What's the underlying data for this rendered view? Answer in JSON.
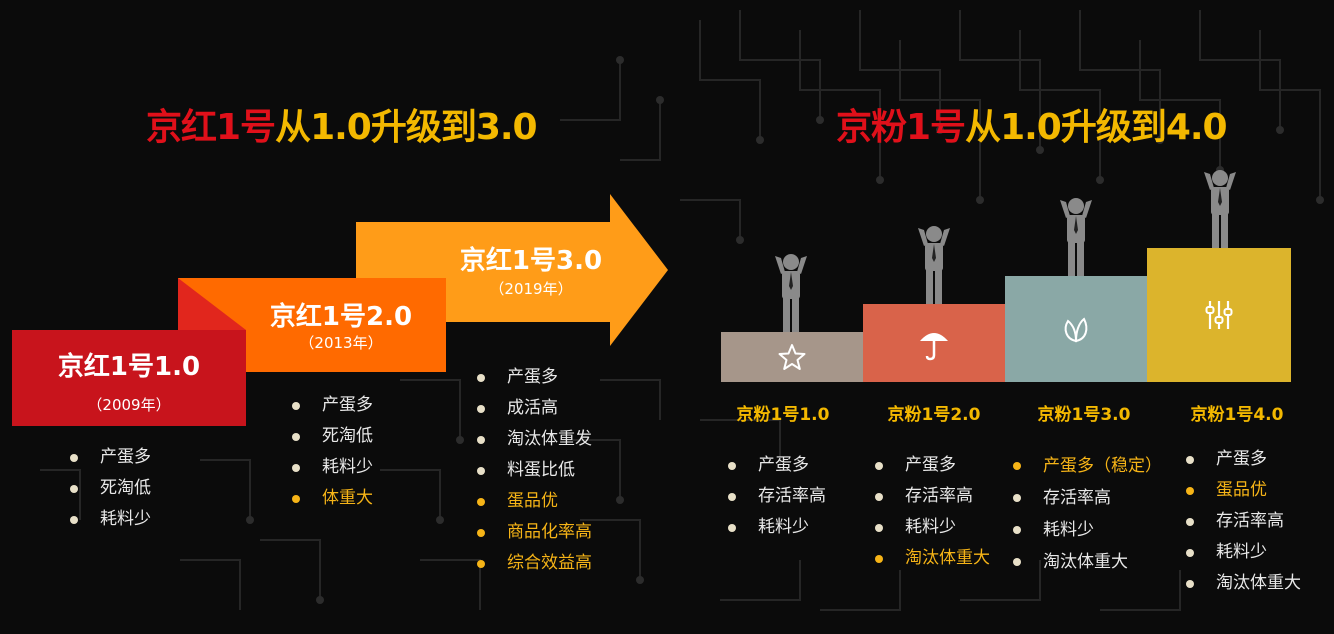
{
  "colors": {
    "red": "#e0101a",
    "yellow": "#f3b800",
    "highlight": "#f6b417",
    "step1": "#c8141c",
    "step2": "#ff6a00",
    "step3": "#ff9c18",
    "podium1": "#a6968a",
    "podium2": "#d9634a",
    "podium3": "#8aa8a6",
    "podium4": "#dcb42c"
  },
  "left": {
    "title_red": "京红1号",
    "title_rest": "从1.0升级到3.0",
    "stages": [
      {
        "label": "京红1号1.0",
        "year": "（2009年）",
        "bullets": [
          {
            "text": "产蛋多",
            "highlight": false
          },
          {
            "text": "死淘低",
            "highlight": false
          },
          {
            "text": "耗料少",
            "highlight": false
          }
        ]
      },
      {
        "label": "京红1号2.0",
        "year": "（2013年）",
        "bullets": [
          {
            "text": "产蛋多",
            "highlight": false
          },
          {
            "text": "死淘低",
            "highlight": false
          },
          {
            "text": "耗料少",
            "highlight": false
          },
          {
            "text": "体重大",
            "highlight": true
          }
        ]
      },
      {
        "label": "京红1号3.0",
        "year": "（2019年）",
        "bullets": [
          {
            "text": "产蛋多",
            "highlight": false
          },
          {
            "text": "成活高",
            "highlight": false
          },
          {
            "text": "淘汰体重发",
            "highlight": false
          },
          {
            "text": "料蛋比低",
            "highlight": false
          },
          {
            "text": "蛋品优",
            "highlight": true
          },
          {
            "text": "商品化率高",
            "highlight": true
          },
          {
            "text": "综合效益高",
            "highlight": true
          }
        ]
      }
    ]
  },
  "right": {
    "title_red": "京粉1号",
    "title_rest": "从1.0升级到4.0",
    "stages": [
      {
        "label": "京粉1号1.0",
        "icon": "star-icon",
        "bullets": [
          {
            "text": "产蛋多",
            "highlight": false
          },
          {
            "text": "存活率高",
            "highlight": false
          },
          {
            "text": "耗料少",
            "highlight": false
          }
        ]
      },
      {
        "label": "京粉1号2.0",
        "icon": "umbrella-icon",
        "bullets": [
          {
            "text": "产蛋多",
            "highlight": false
          },
          {
            "text": "存活率高",
            "highlight": false
          },
          {
            "text": "耗料少",
            "highlight": false
          },
          {
            "text": "淘汰体重大",
            "highlight": true
          }
        ]
      },
      {
        "label": "京粉1号3.0",
        "icon": "leaf-icon",
        "bullets": [
          {
            "text": "产蛋多（稳定）",
            "highlight": true
          },
          {
            "text": "存活率高",
            "highlight": false
          },
          {
            "text": "耗料少",
            "highlight": false
          },
          {
            "text": "淘汰体重大",
            "highlight": false
          }
        ]
      },
      {
        "label": "京粉1号4.0",
        "icon": "sliders-icon",
        "bullets": [
          {
            "text": "产蛋多",
            "highlight": false
          },
          {
            "text": "蛋品优",
            "highlight": true
          },
          {
            "text": "存活率高",
            "highlight": false
          },
          {
            "text": "耗料少",
            "highlight": false
          },
          {
            "text": "淘汰体重大",
            "highlight": false
          }
        ]
      }
    ]
  }
}
